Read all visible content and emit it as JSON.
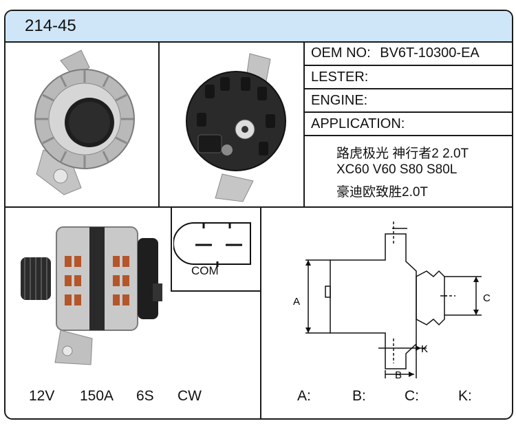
{
  "title": "214-45",
  "specs": {
    "oem_label": "OEM NO:",
    "oem_value": "BV6T-10300-EA",
    "lester_label": "LESTER:",
    "engine_label": "ENGINE:",
    "application_label": "APPLICATION:"
  },
  "application_notes": [
    "路虎极光  神行者2  2.0T",
    "XC60  V60  S80  S80L",
    "豪迪欧致胜2.0T"
  ],
  "connector": {
    "label": "COM"
  },
  "ratings": {
    "voltage": "12V",
    "current": "150A",
    "grooves": "6S",
    "rotation": "CW"
  },
  "dimensions": {
    "a_label": "A",
    "b_label": "B",
    "c_label": "C",
    "k_label": "K",
    "a_field": "A:",
    "b_field": "B:",
    "c_field": "C:",
    "k_field": "K:"
  },
  "colors": {
    "header_bg": "#cfe6f8",
    "border": "#1a1a1a",
    "housing_silver": "#c9c9c9",
    "rear_black": "#2a2a2a",
    "winding_copper": "#b5552a"
  },
  "icons": [
    "alternator-front-view",
    "alternator-rear-view",
    "alternator-side-view",
    "connector-plug-diagram",
    "dimension-drawing"
  ]
}
